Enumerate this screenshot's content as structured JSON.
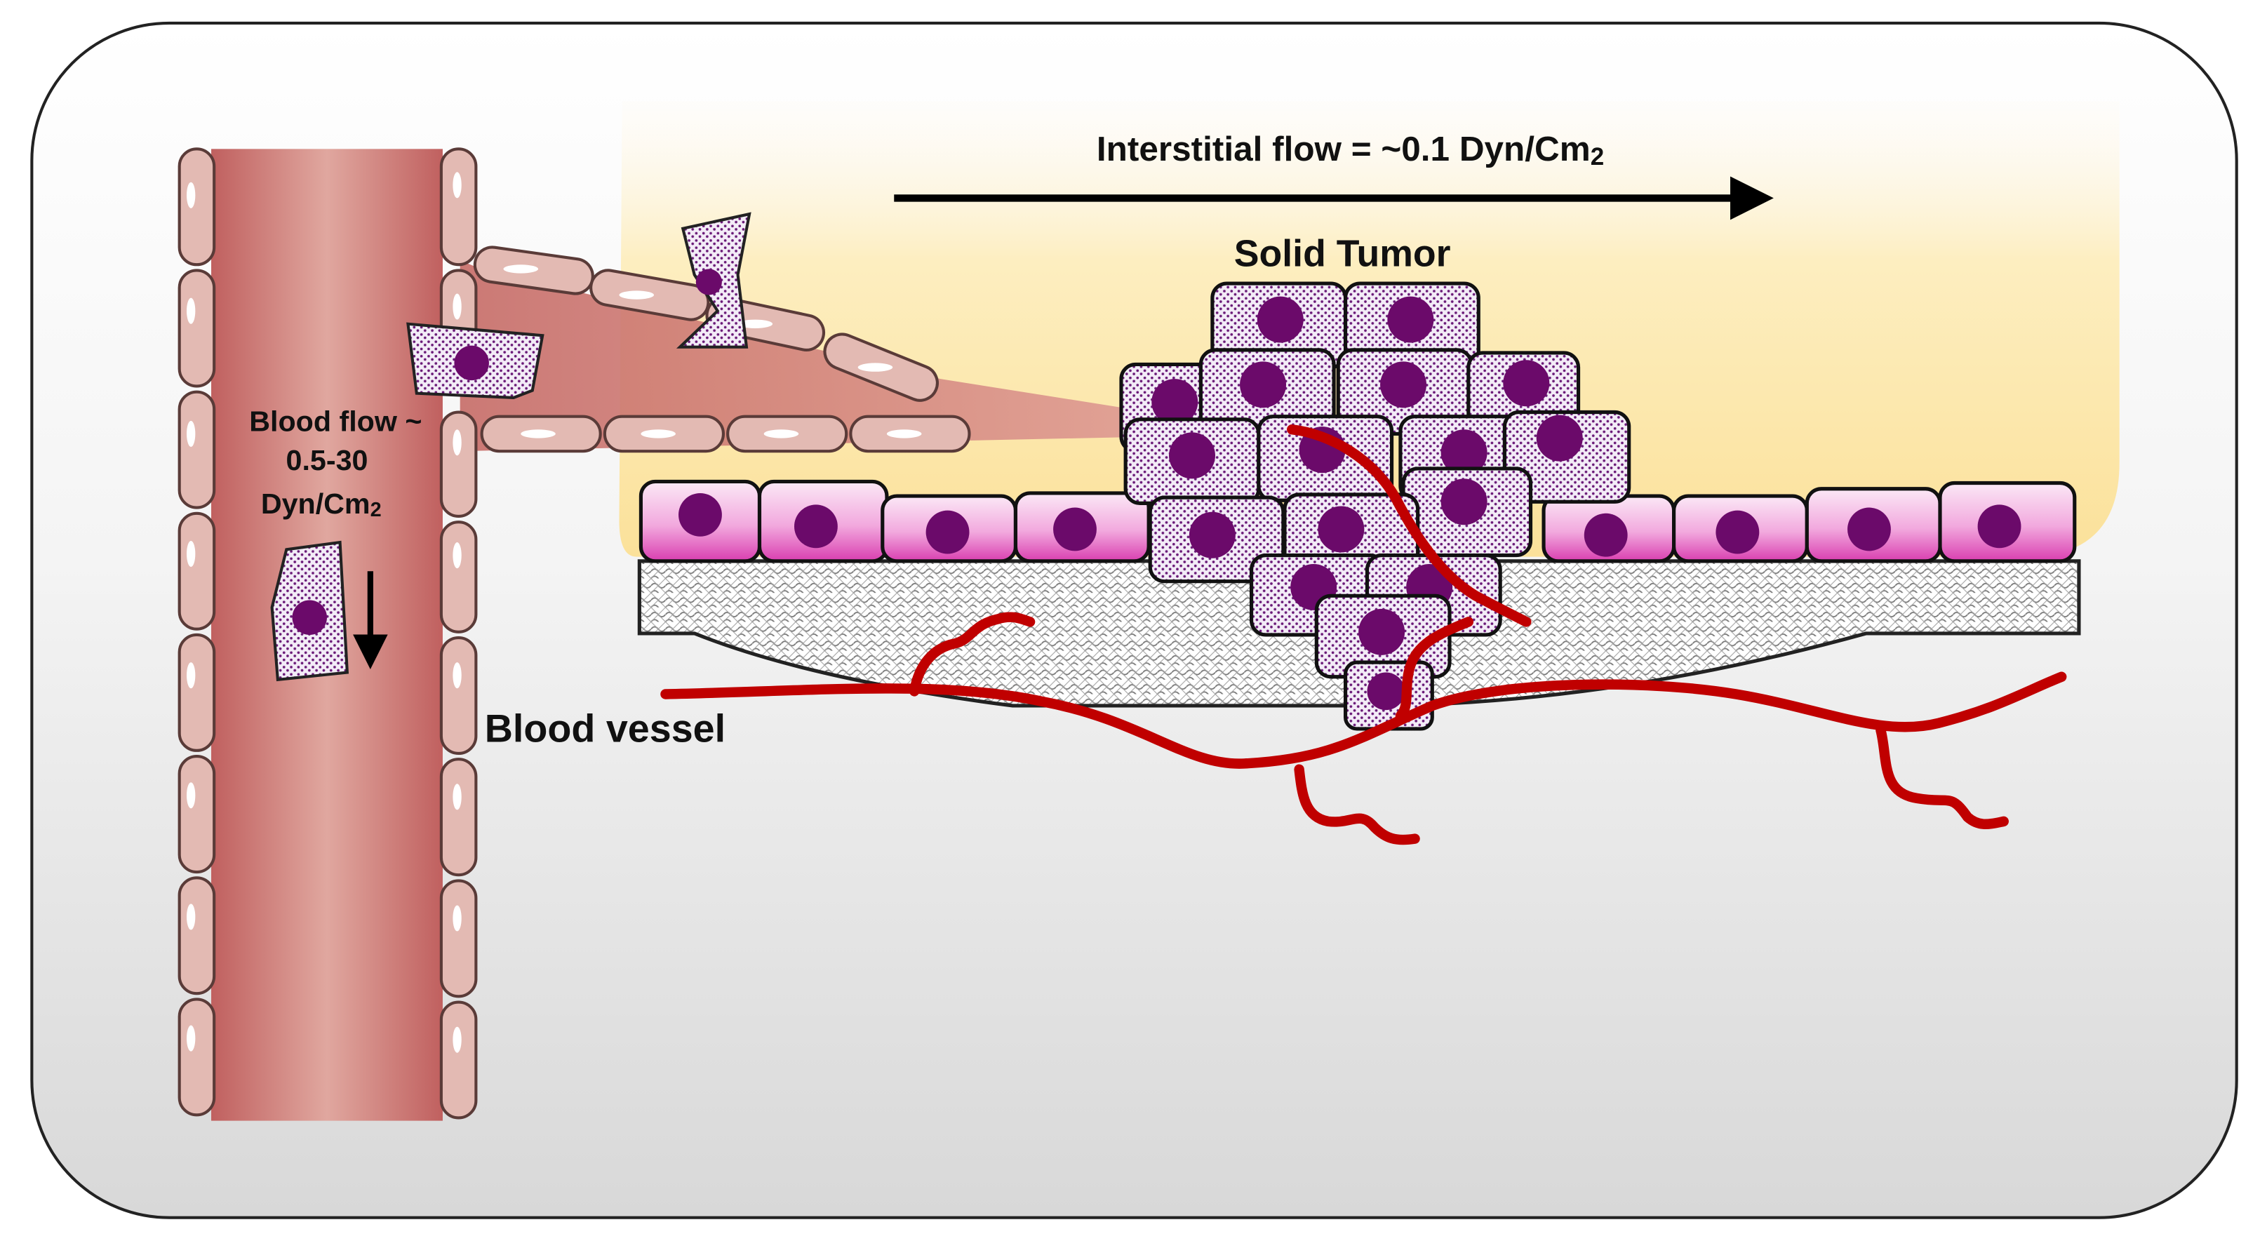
{
  "labels": {
    "interstitial_flow": "Interstitial flow = ~0.1 Dyn/Cm",
    "interstitial_flow_sub": "2",
    "solid_tumor": "Solid Tumor",
    "blood_flow_line1": "Blood flow ~",
    "blood_flow_line2": "0.5-30",
    "blood_flow_line3": "Dyn/Cm",
    "blood_flow_sub": "2",
    "blood_vessel": "Blood vessel"
  },
  "colors": {
    "vessel_wall": "#c96a68",
    "vessel_highlight": "#dca199",
    "endothelial_cell": "#e3b9b3",
    "tumor_cell_dots": "#6a1a78",
    "nucleus": "#6b0a6a",
    "epithelial_cell": "#e35bc2",
    "capillary": "#c00000",
    "interstitial_zone": "#fbe7a6",
    "background_gradient_end": "#dcdcdc"
  },
  "icons": {
    "arrow": "right-arrow-icon",
    "flow_arrow": "down-arrow-icon"
  }
}
